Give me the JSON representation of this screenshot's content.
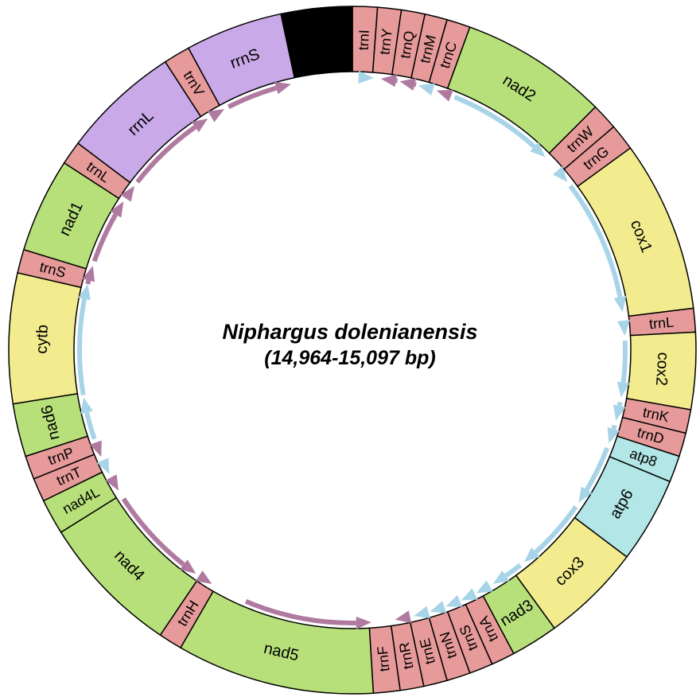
{
  "map": {
    "title": "Niphargus dolenianensis",
    "subtitle": "(14,964-15,097 bp)"
  },
  "legend": {
    "protein_coding": "#b7e07a",
    "trna": "#e69a9a",
    "rrna": "#c9a9e8",
    "control_region": "#000000",
    "cox": "#f2ec8e",
    "atp": "#b3e6e6",
    "forward_arrow": "#a8d4e8",
    "reverse_arrow": "#b07aa0"
  },
  "genes": [
    {
      "name": "trnI",
      "start": 0.0,
      "end": 4.2,
      "cat": "trna",
      "flip": false
    },
    {
      "name": "trnY",
      "start": 4.2,
      "end": 8.2,
      "cat": "trna",
      "flip": false
    },
    {
      "name": "trnQ",
      "start": 8.2,
      "end": 12.2,
      "cat": "trna",
      "flip": false
    },
    {
      "name": "trnM",
      "start": 12.2,
      "end": 16.0,
      "cat": "trna",
      "flip": false
    },
    {
      "name": "trnC",
      "start": 16.0,
      "end": 20.0,
      "cat": "trna",
      "flip": false
    },
    {
      "name": "nad2",
      "start": 20.0,
      "end": 45.0,
      "cat": "protein_coding",
      "flip": false
    },
    {
      "name": "trnW",
      "start": 45.0,
      "end": 49.5,
      "cat": "trna",
      "flip": false
    },
    {
      "name": "trnG",
      "start": 49.5,
      "end": 54.0,
      "cat": "trna",
      "flip": false
    },
    {
      "name": "cox1",
      "start": 54.0,
      "end": 83.0,
      "cat": "cox",
      "flip": false
    },
    {
      "name": "trnL",
      "start": 83.0,
      "end": 87.0,
      "cat": "trna",
      "flip": false
    },
    {
      "name": "cox2",
      "start": 87.0,
      "end": 100.0,
      "cat": "cox",
      "flip": false
    },
    {
      "name": "trnK",
      "start": 100.0,
      "end": 104.0,
      "cat": "trna",
      "flip": false
    },
    {
      "name": "trnD",
      "start": 104.0,
      "end": 108.0,
      "cat": "trna",
      "flip": false
    },
    {
      "name": "atp8",
      "start": 108.0,
      "end": 112.5,
      "cat": "atp",
      "flip": false
    },
    {
      "name": "atp6",
      "start": 112.5,
      "end": 127.0,
      "cat": "atp",
      "flip": true
    },
    {
      "name": "cox3",
      "start": 127.0,
      "end": 144.0,
      "cat": "cox",
      "flip": true
    },
    {
      "name": "nad3",
      "start": 144.0,
      "end": 152.0,
      "cat": "protein_coding",
      "flip": true
    },
    {
      "name": "trnA",
      "start": 152.0,
      "end": 156.0,
      "cat": "trna",
      "flip": true
    },
    {
      "name": "trnS",
      "start": 156.0,
      "end": 160.0,
      "cat": "trna",
      "flip": true
    },
    {
      "name": "trnN",
      "start": 160.0,
      "end": 164.0,
      "cat": "trna",
      "flip": true
    },
    {
      "name": "trnE",
      "start": 164.0,
      "end": 168.0,
      "cat": "trna",
      "flip": true
    },
    {
      "name": "trnR",
      "start": 168.0,
      "end": 172.0,
      "cat": "trna",
      "flip": true
    },
    {
      "name": "trnF",
      "start": 172.0,
      "end": 176.5,
      "cat": "trna",
      "flip": true
    },
    {
      "name": "nad5",
      "start": 176.5,
      "end": 210.0,
      "cat": "protein_coding",
      "flip": true
    },
    {
      "name": "trnH",
      "start": 210.0,
      "end": 214.0,
      "cat": "trna",
      "flip": true
    },
    {
      "name": "nad4",
      "start": 214.0,
      "end": 238.0,
      "cat": "protein_coding",
      "flip": true
    },
    {
      "name": "nad4L",
      "start": 238.0,
      "end": 244.0,
      "cat": "protein_coding",
      "flip": true
    },
    {
      "name": "trnT",
      "start": 244.0,
      "end": 248.0,
      "cat": "trna",
      "flip": true
    },
    {
      "name": "trnP",
      "start": 248.0,
      "end": 252.0,
      "cat": "trna",
      "flip": true
    },
    {
      "name": "nad6",
      "start": 252.0,
      "end": 261.0,
      "cat": "protein_coding",
      "flip": false
    },
    {
      "name": "cytb",
      "start": 261.0,
      "end": 283.0,
      "cat": "cox",
      "flip": false
    },
    {
      "name": "trnS",
      "start": 283.0,
      "end": 287.0,
      "cat": "trna",
      "flip": true
    },
    {
      "name": "nad1",
      "start": 287.0,
      "end": 303.0,
      "cat": "protein_coding",
      "flip": false
    },
    {
      "name": "trnL",
      "start": 303.0,
      "end": 307.0,
      "cat": "trna",
      "flip": true
    },
    {
      "name": "rrnL",
      "start": 307.0,
      "end": 327.0,
      "cat": "rrna",
      "flip": false
    },
    {
      "name": "trnV",
      "start": 327.0,
      "end": 331.5,
      "cat": "trna",
      "flip": true
    },
    {
      "name": "rrnS",
      "start": 331.5,
      "end": 348.0,
      "cat": "rrna",
      "flip": false
    },
    {
      "name": "",
      "start": 348.0,
      "end": 360.0,
      "cat": "control_region",
      "flip": false
    }
  ],
  "arrows": [
    {
      "start": 1.0,
      "end": 4.5,
      "strand": "forward"
    },
    {
      "start": 9.5,
      "end": 6.0,
      "strand": "reverse"
    },
    {
      "start": 13.5,
      "end": 10.0,
      "strand": "reverse"
    },
    {
      "start": 17.0,
      "end": 14.0,
      "strand": "forward"
    },
    {
      "start": 21.0,
      "end": 18.0,
      "strand": "reverse"
    },
    {
      "start": 22.0,
      "end": 45.0,
      "strand": "forward"
    },
    {
      "start": 49.0,
      "end": 52.0,
      "strand": "forward"
    },
    {
      "start": 53.0,
      "end": 82.0,
      "strand": "forward"
    },
    {
      "start": 84.0,
      "end": 87.0,
      "strand": "forward"
    },
    {
      "start": 88.0,
      "end": 100.0,
      "strand": "forward"
    },
    {
      "start": 101.0,
      "end": 105.0,
      "strand": "forward"
    },
    {
      "start": 106.0,
      "end": 110.0,
      "strand": "forward"
    },
    {
      "start": 111.0,
      "end": 124.0,
      "strand": "forward"
    },
    {
      "start": 125.0,
      "end": 141.0,
      "strand": "forward"
    },
    {
      "start": 142.0,
      "end": 149.0,
      "strand": "forward"
    },
    {
      "start": 150.0,
      "end": 153.0,
      "strand": "forward"
    },
    {
      "start": 153.5,
      "end": 156.5,
      "strand": "forward"
    },
    {
      "start": 157.0,
      "end": 160.0,
      "strand": "forward"
    },
    {
      "start": 160.5,
      "end": 163.5,
      "strand": "forward"
    },
    {
      "start": 164.0,
      "end": 167.0,
      "strand": "forward"
    },
    {
      "start": 168.0,
      "end": 171.0,
      "strand": "reverse"
    },
    {
      "start": 203.0,
      "end": 176.0,
      "strand": "reverse"
    },
    {
      "start": 214.0,
      "end": 211.0,
      "strand": "reverse"
    },
    {
      "start": 237.0,
      "end": 215.0,
      "strand": "reverse"
    },
    {
      "start": 242.0,
      "end": 239.0,
      "strand": "reverse"
    },
    {
      "start": 246.0,
      "end": 243.0,
      "strand": "forward"
    },
    {
      "start": 250.0,
      "end": 247.0,
      "strand": "reverse"
    },
    {
      "start": 251.0,
      "end": 260.0,
      "strand": "forward"
    },
    {
      "start": 260.5,
      "end": 284.0,
      "strand": "forward"
    },
    {
      "start": 284.0,
      "end": 288.0,
      "strand": "reverse"
    },
    {
      "start": 289.0,
      "end": 303.0,
      "strand": "reverse"
    },
    {
      "start": 304.0,
      "end": 307.0,
      "strand": "reverse"
    },
    {
      "start": 308.0,
      "end": 328.0,
      "strand": "reverse"
    },
    {
      "start": 329.0,
      "end": 332.0,
      "strand": "reverse"
    },
    {
      "start": 333.0,
      "end": 347.0,
      "strand": "reverse"
    }
  ]
}
